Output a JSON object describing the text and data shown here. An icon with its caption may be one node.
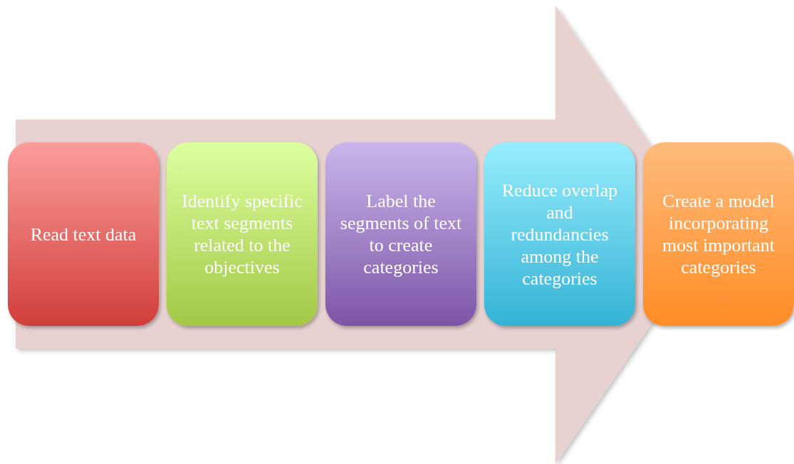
{
  "diagram": {
    "nodes": [
      {
        "text": [
          "Read text data"
        ]
      },
      {
        "text": [
          "Identify specific text segments related to the objectives"
        ]
      },
      {
        "text": [
          "Label the segments of text to create categories"
        ]
      },
      {
        "text": [
          "Reduce overlap and redundancies among the categories"
        ]
      },
      {
        "text": [
          "Create a model incorporating most important categories"
        ]
      }
    ],
    "edges": [
      {
        "from": 0,
        "to": 4,
        "arrow": "to"
      }
    ]
  }
}
